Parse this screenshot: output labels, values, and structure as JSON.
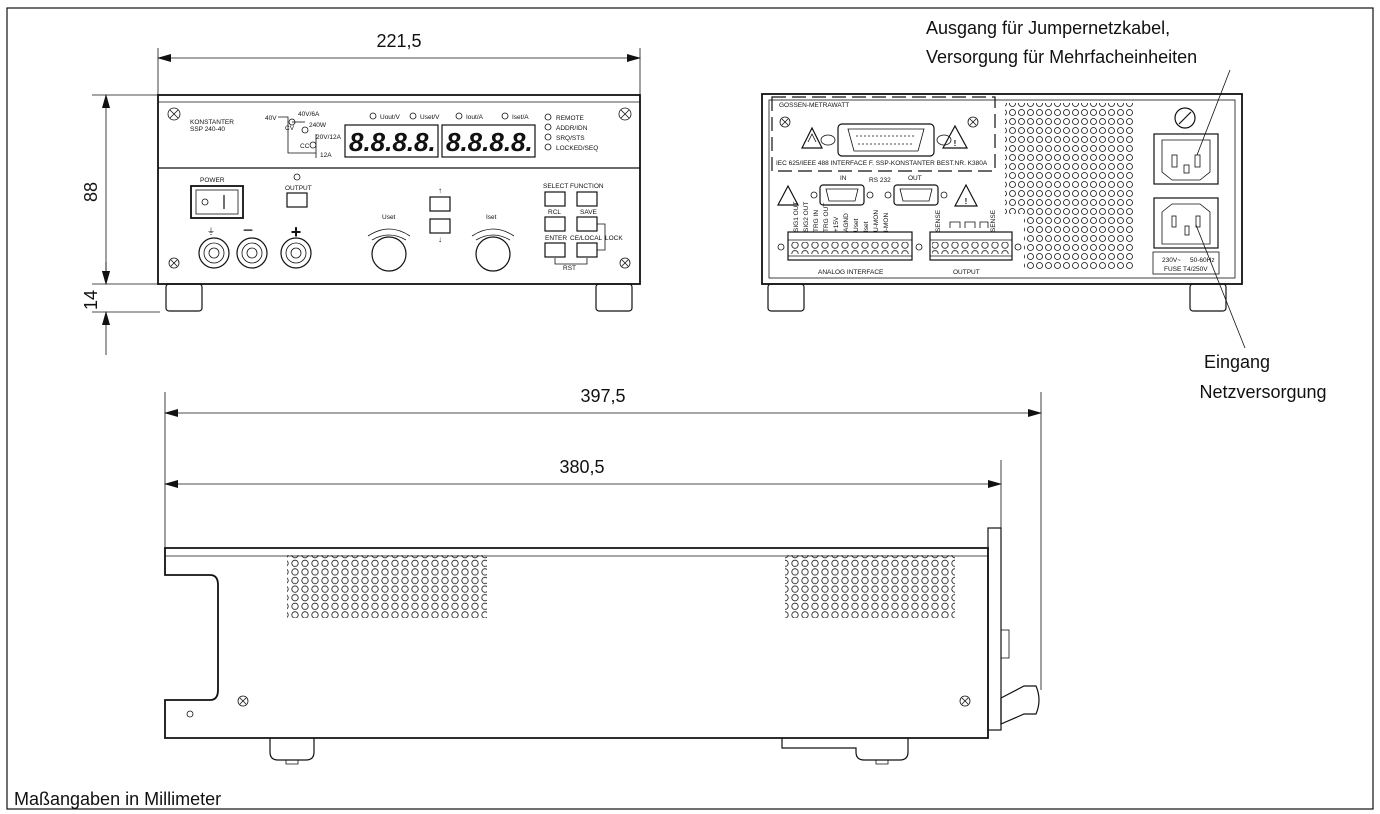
{
  "header": {
    "title": ""
  },
  "dimensions": {
    "width": "221,5",
    "height": "88",
    "foot": "14",
    "depth_total": "397,5",
    "depth_body": "380,5"
  },
  "front": {
    "brand": "KONSTANTER",
    "model": "SSP 240-40",
    "mode_labels": {
      "v40": "40V",
      "a6": "40V/6A",
      "cv": "CV",
      "w240": "240W",
      "a12v20": "20V/12A",
      "cc": "CC",
      "a12": "12A"
    },
    "display_labels": [
      "Uout/V",
      "Uset/V",
      "Iout/A",
      "Iset/A"
    ],
    "display_left": "8.8.8.8.",
    "display_right": "8.8.8.8.",
    "status": [
      "REMOTE",
      "ADDR/IDN",
      "SRQ/STS",
      "LOCKED/SEQ"
    ],
    "power": "POWER",
    "output": "OUTPUT",
    "uset": "Uset",
    "iset": "Iset",
    "select": "SELECT",
    "function": "FUNCTION",
    "rcl": "RCL",
    "save": "SAVE",
    "enter": "ENTER",
    "celocal": "CE/LOCAL",
    "lock": "LOCK",
    "rst": "RST",
    "up": "↑",
    "down": "↓",
    "minus": "−",
    "plus": "+",
    "ground": "⏚"
  },
  "rear": {
    "brand": "GOSSEN-METRAWATT",
    "interface": "IEC 625/IEEE 488 INTERFACE F. SSP-KONSTANTER BEST.NR. K380A",
    "rs232": "RS 232",
    "in": "IN",
    "out": "OUT",
    "analog_pins": [
      "SIG1 OUT",
      "SIG2 OUT",
      "TRG IN",
      "TRG OUT",
      "+15V",
      "AGND",
      "Uset",
      "Iset",
      "U-MON",
      "I-MON"
    ],
    "output_pins": [
      "SENSE",
      "SENSE"
    ],
    "analog_interface": "ANALOG INTERFACE",
    "output_label": "OUTPUT",
    "voltage": "230V~",
    "freq": "50-60Hz",
    "fuse": "FUSE T4/250V"
  },
  "callouts": {
    "output_line1": "Ausgang für Jumpernetzkabel,",
    "output_line2": "Versorgung für Mehrfacheinheiten",
    "input_line1": "Eingang",
    "input_line2": "Netzversorgung"
  },
  "footer": {
    "note": "Maßangaben in Millimeter"
  }
}
